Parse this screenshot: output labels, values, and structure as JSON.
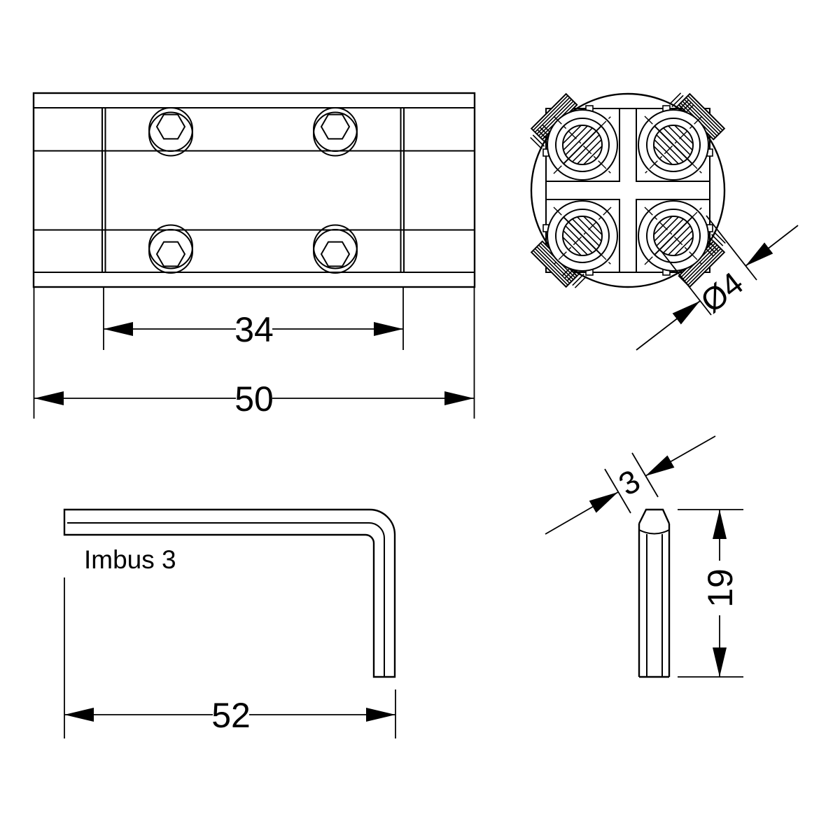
{
  "drawing": {
    "connector_side_view": {
      "dim_screw_spacing": "34",
      "dim_total_length": "50"
    },
    "connector_end_view": {
      "dim_screw_diameter": "Ø4"
    },
    "allen_key_front_view": {
      "label": "Imbus 3",
      "dim_length": "52"
    },
    "allen_key_side_view": {
      "dim_across_flats": "3",
      "dim_short_arm_length": "19"
    }
  },
  "colors": {
    "ink": "#000000",
    "paper": "#ffffff"
  }
}
